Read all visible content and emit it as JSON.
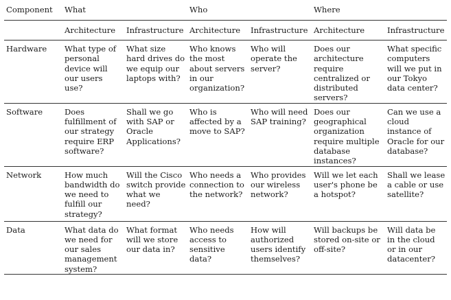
{
  "table": {
    "corner": "Component",
    "groups": [
      "What",
      "Who",
      "Where"
    ],
    "subheaders": [
      "Architecture",
      "Infrastructure",
      "Architecture",
      "Infrastructure",
      "Architecture",
      "Infrastructure"
    ],
    "rows": [
      {
        "label": "Hardware",
        "cells": [
          "What type of personal device will our users use?",
          "What size hard drives do we equip our laptops with?",
          "Who knows the most about servers in our organization?",
          "Who will operate the server?",
          "Does our architecture require centralized or distributed servers?",
          "What specific computers will we put in our Tokyo data center?"
        ]
      },
      {
        "label": "Software",
        "cells": [
          "Does fulfillment of our strategy require ERP software?",
          "Shall we go with SAP or Oracle Applications?",
          "Who is affected by a move to SAP?",
          "Who will need SAP training?",
          "Does our geographical organization require multiple database instances?",
          "Can we use a cloud instance of Oracle for our database?"
        ]
      },
      {
        "label": "Network",
        "cells": [
          "How much bandwidth do we need to fulfill our strategy?",
          "Will the Cisco switch provide what we need?",
          "Who needs a connection to the network?",
          "Who provides our wireless network?",
          "Will we let each user's phone be a hotspot?",
          "Shall we lease a cable or use satellite?"
        ]
      },
      {
        "label": "Data",
        "cells": [
          "What data do we need for our sales management system?",
          "What format will we store our data in?",
          "Who needs access to sensitive data?",
          "How will authorized users identify themselves?",
          "Will backups be stored on-site or off-site?",
          "Will data be in the cloud or in our datacenter?"
        ]
      }
    ]
  }
}
